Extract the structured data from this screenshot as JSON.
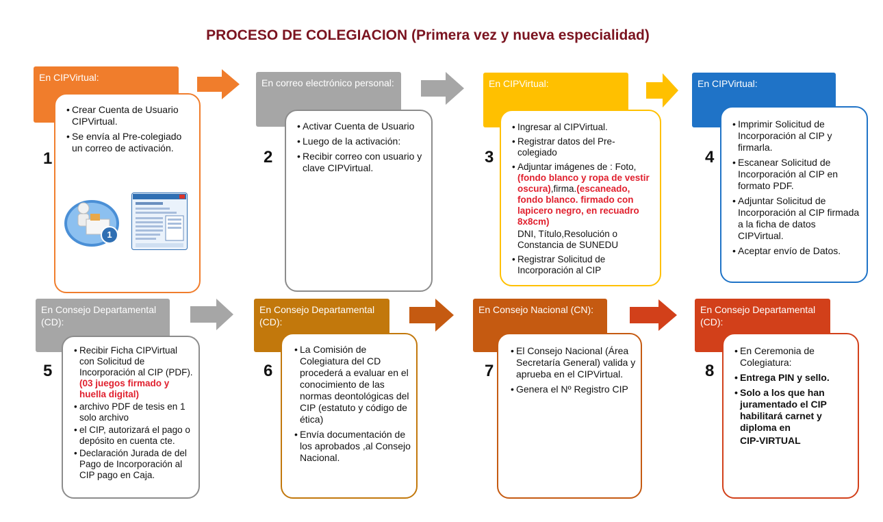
{
  "title": "PROCESO DE COLEGIACION (Primera vez y nueva especialidad)",
  "steps": [
    {
      "number": "1",
      "header": "En CIPVirtual:",
      "items": [
        "Crear Cuenta de Usuario CIPVirtual.",
        "Se envía al Pre-colegiado un correo de activación."
      ]
    },
    {
      "number": "2",
      "header": "En correo electrónico personal:",
      "items": [
        "Activar Cuenta de Usuario",
        "Luego de la activación:",
        "Recibir correo con usuario y clave CIPVirtual."
      ]
    },
    {
      "number": "3",
      "header": "En CIPVirtual:",
      "items": {
        "a": "Ingresar al CIPVirtual.",
        "b": "Registrar datos del Pre-colegiado",
        "c1": "Adjuntar imágenes de : Foto,",
        "c2": "(fondo blanco y ropa de vestir oscura)",
        "c3": ",firma.",
        "c4": "(escaneado, fondo blanco. firmado con lapicero negro, en recuadro 8x8cm)",
        "c5": "DNI, Título,Resolución o Constancia de  SUNEDU",
        "d": "Registrar Solicitud de Incorporación al CIP"
      }
    },
    {
      "number": "4",
      "header": "En CIPVirtual:",
      "items": [
        "Imprimir Solicitud de Incorporación al CIP y firmarla.",
        "Escanear Solicitud de Incorporación al CIP en formato PDF.",
        "Adjuntar Solicitud de Incorporación al CIP firmada a la ficha de datos CIPVirtual.",
        "Aceptar envío de Datos."
      ]
    },
    {
      "number": "5",
      "header": "En Consejo Departamental (CD):",
      "items": {
        "a1": "Recibir Ficha CIPVirtual con Solicitud de Incorporación al CIP (PDF).",
        "a2": "(03 juegos firmado y huella digital)",
        "b": "archivo PDF de tesis en 1 solo archivo",
        "c": "el CIP, autorizará el pago o depósito en cuenta cte.",
        "d": "Declaración Jurada de del Pago de Incorporación al CIP pago en Caja."
      }
    },
    {
      "number": "6",
      "header": "En Consejo Departamental (CD):",
      "items": [
        "La Comisión de Colegiatura del CD procederá a evaluar en el conocimiento de las normas deontológicas del CIP (estatuto y código de ética)",
        "Envía documentación de los aprobados ,al Consejo Nacional."
      ]
    },
    {
      "number": "7",
      "header": "En Consejo Nacional (CN):",
      "items": [
        "El Consejo Nacional (Área Secretaría General) valida y aprueba en el CIPVirtual.",
        "Genera el Nº Registro CIP"
      ]
    },
    {
      "number": "8",
      "header": "En Consejo Departamental (CD):",
      "items": {
        "a": "En Ceremonia de Colegiatura:",
        "b": "Entrega PIN y sello.",
        "c": "Solo a los que han juramentado el CIP habilitará carnet y diploma en",
        "d": "CIP-VIRTUAL"
      }
    }
  ],
  "illustration": {
    "badge": "1"
  },
  "colors": {
    "title": "#7b1420",
    "step1": "#f07d2c",
    "step2": "#a6a6a6",
    "step3": "#ffc000",
    "step4": "#1f73c7",
    "step5": "#a6a6a6",
    "step6": "#c2780c",
    "step7": "#c55a11",
    "step8": "#d2401a",
    "highlight": "#e0202e"
  }
}
